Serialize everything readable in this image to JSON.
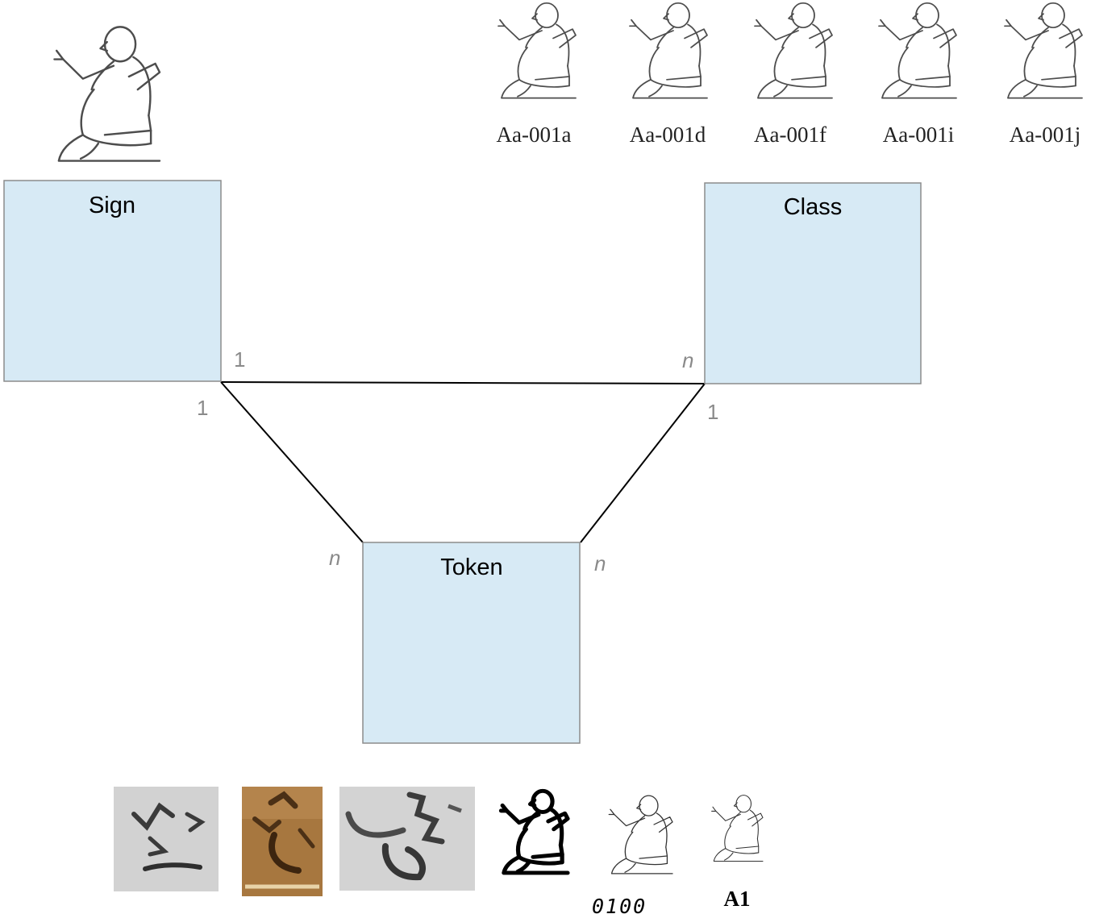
{
  "entities": {
    "sign": "Sign",
    "class": "Class",
    "token": "Token"
  },
  "cardinalities": {
    "sign_class_at_sign": "1",
    "sign_class_at_class": "n",
    "sign_token_at_sign": "1",
    "sign_token_at_token": "n",
    "class_token_at_class": "1",
    "class_token_at_token": "n"
  },
  "class_variants": [
    "Aa-001a",
    "Aa-001d",
    "Aa-001f",
    "Aa-001i",
    "Aa-001j"
  ],
  "token_labels": {
    "token_5": "0100",
    "token_6": "A1"
  },
  "colors": {
    "entity_fill": "#d7eaf5",
    "entity_stroke": "#8c8c8c",
    "cardinality_text": "#8a8a8a",
    "connector": "#000000"
  }
}
